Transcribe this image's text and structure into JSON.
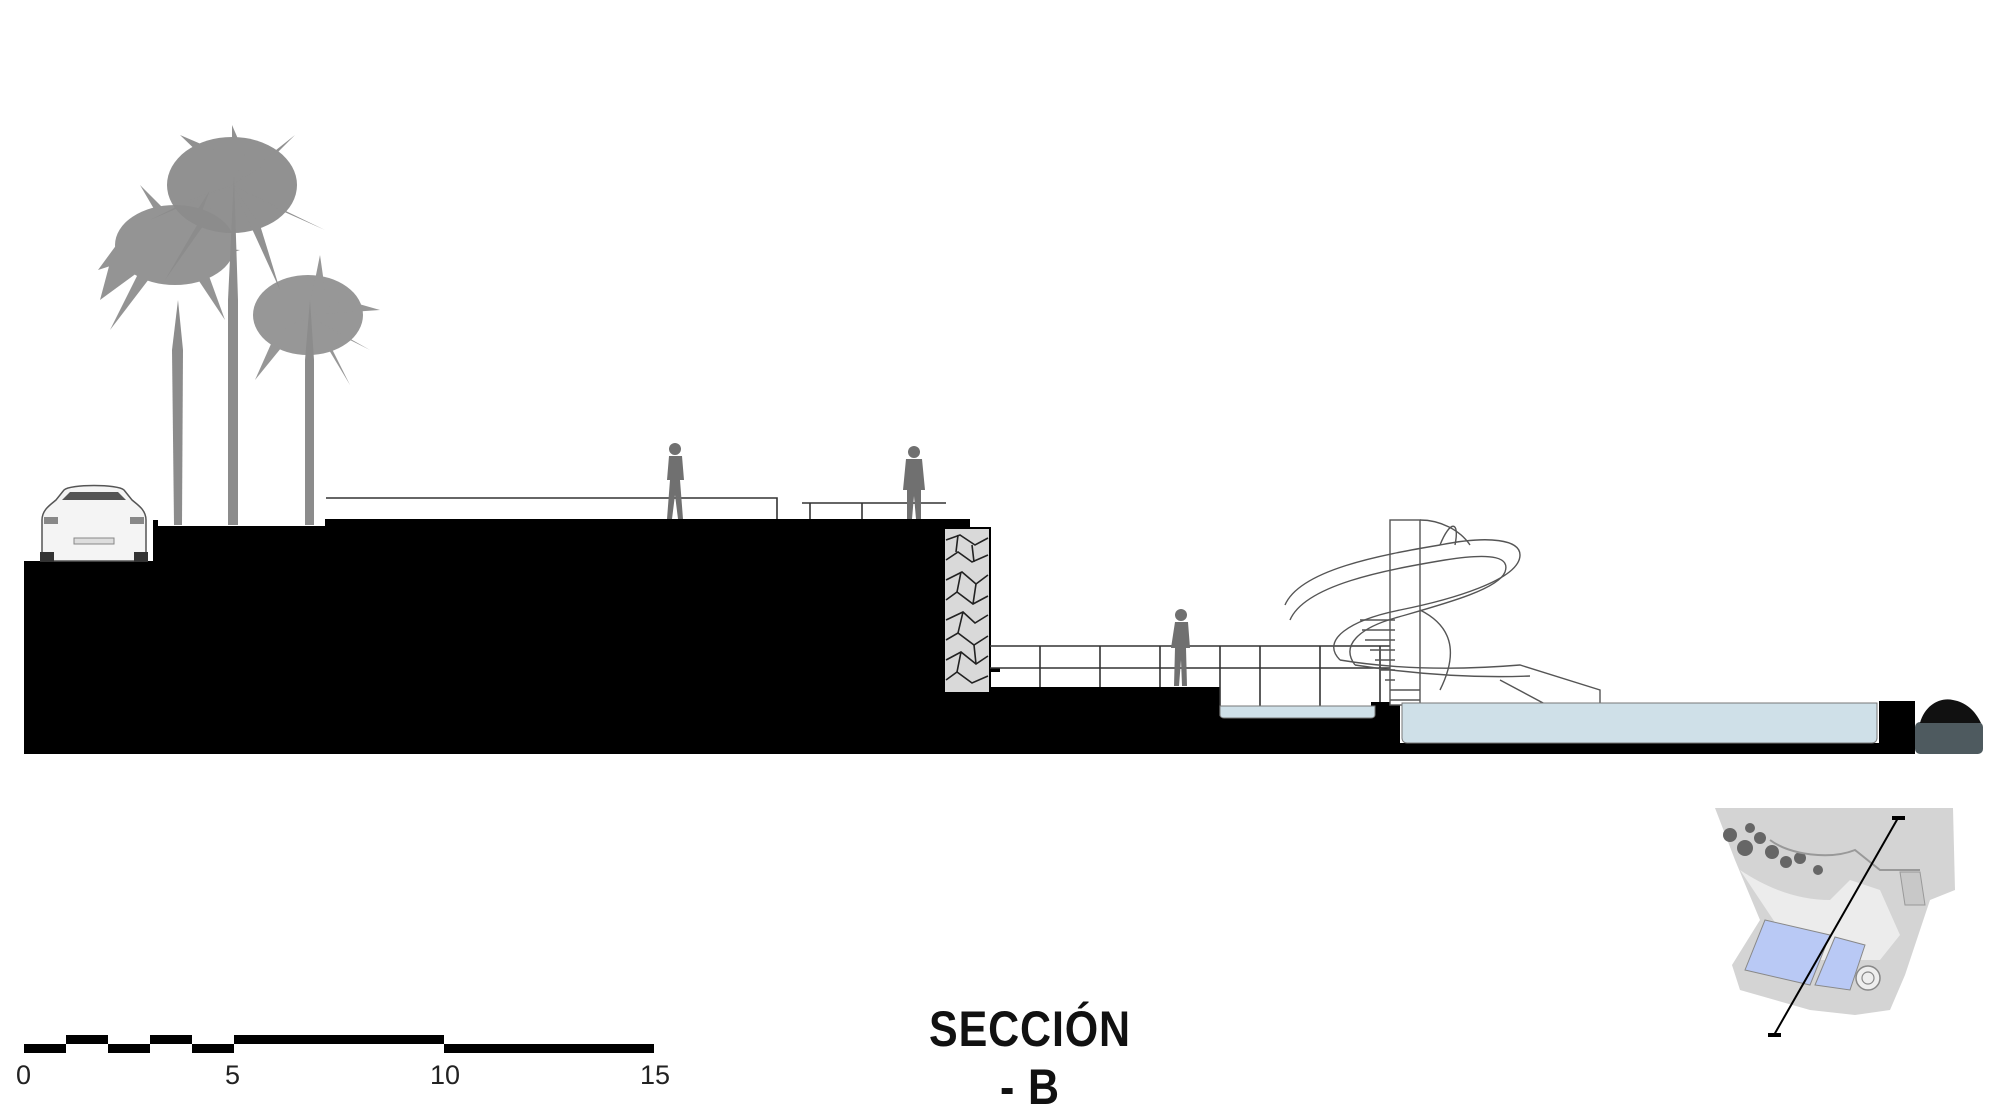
{
  "drawing": {
    "title": "SECCIÓN - B",
    "scale_bar": {
      "labels": [
        "0",
        "5",
        "10",
        "15"
      ],
      "unit": ""
    },
    "elements": [
      "palm-trees",
      "car",
      "people-silhouettes",
      "terrain-section",
      "stone-retaining-wall",
      "railings",
      "spiral-water-slide",
      "pools",
      "rock",
      "key-plan"
    ],
    "colors": {
      "section_fill": "#000000",
      "water": "#cfe0e8",
      "tree": "#8c8c8c",
      "person": "#707070",
      "rock_base": "#4e5a5f"
    }
  }
}
